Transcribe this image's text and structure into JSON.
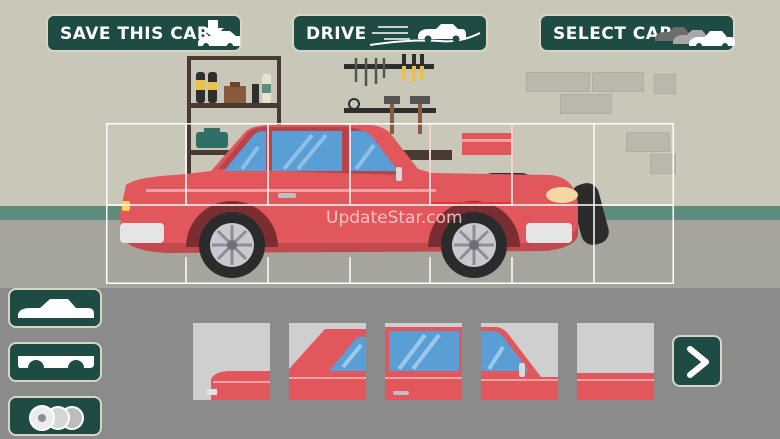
{
  "header": {
    "save_label": "SAVE THIS CAR",
    "drive_label": "DRIVE",
    "select_label": "SELECT CAR"
  },
  "watermark": "UpdateStar.com",
  "part_categories": [
    {
      "id": "body",
      "icon": "car-body-icon"
    },
    {
      "id": "chassis",
      "icon": "chassis-icon"
    },
    {
      "id": "wheels",
      "icon": "wheels-icon"
    }
  ],
  "part_tiles": [
    {
      "icon": "car-rear-piece-icon"
    },
    {
      "icon": "car-rear-window-piece-icon"
    },
    {
      "icon": "car-middle-window-piece-icon"
    },
    {
      "icon": "car-front-window-piece-icon"
    },
    {
      "icon": "car-blank-piece-icon"
    }
  ],
  "next_icon": "chevron-right-icon",
  "colors": {
    "button_bg": "#1f4b45",
    "button_border": "#d9d5c4",
    "car_body": "#e2575c",
    "car_window": "#5a9ed6",
    "wall": "#c9c7b8",
    "wall_stripe": "#5e8c7d"
  }
}
